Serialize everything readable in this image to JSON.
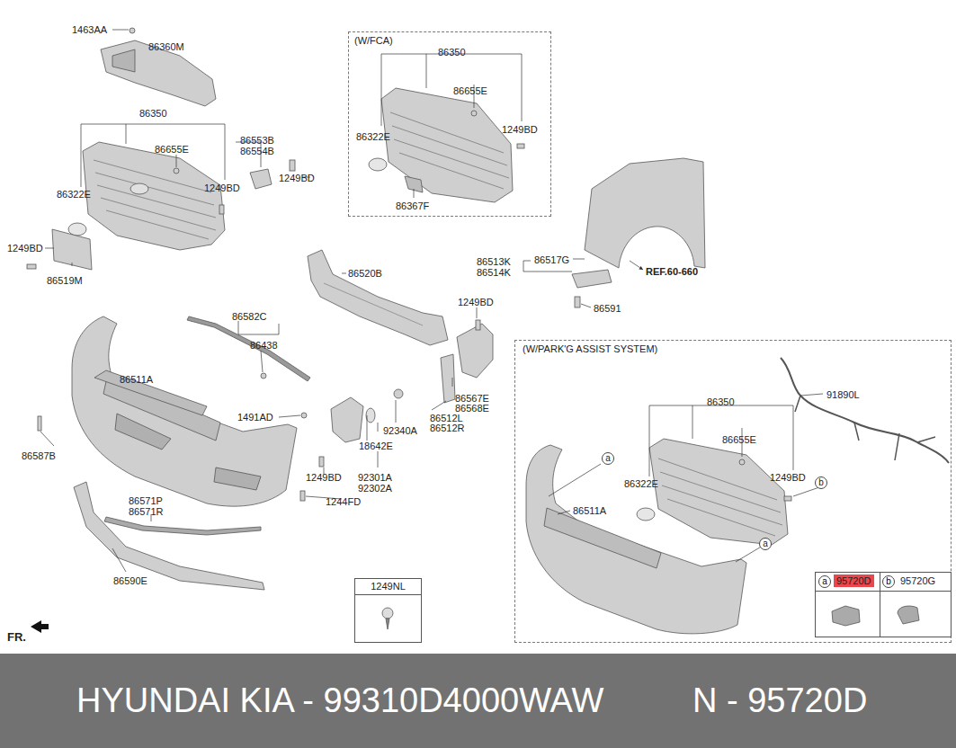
{
  "diagram": {
    "nodes": [
      {
        "text": [
          "(W/FCA)"
        ]
      },
      {
        "text": [
          "(W/PARK'G ASSIST SYSTEM)"
        ]
      },
      {
        "text": [
          "a",
          "95720D"
        ],
        "in": 1
      },
      {
        "text": [
          "b",
          "95720G"
        ],
        "in": 1
      },
      {
        "text": [
          "1249NL"
        ]
      },
      {
        "text": [
          "HYUNDAI KIA - 99310D4000WAW",
          "N - 95720D"
        ]
      }
    ],
    "edges": [],
    "labels": [
      "1463AA",
      "86360M",
      "86350",
      "86655E",
      "86553B",
      "86554B",
      "1249BD",
      "86322E",
      "1249BD",
      "1249BD",
      "86519M",
      "86520B",
      "1249BD",
      "86582C",
      "86438",
      "86511A",
      "1491AD",
      "92340A",
      "18642E",
      "86567E",
      "86568E",
      "86512L",
      "86512R",
      "86587B",
      "1249BD",
      "92301A",
      "92302A",
      "1244FD",
      "86571P",
      "86571R",
      "86590E",
      "FR.",
      "86350",
      "86655E",
      "86322E",
      "1249BD",
      "86367F",
      "86513K",
      "86514K",
      "86517G",
      "REF.60-660",
      "86591",
      "91890L",
      "86350",
      "86655E",
      "86322E",
      "1249BD",
      "b",
      "a",
      "a",
      "86511A"
    ]
  }
}
